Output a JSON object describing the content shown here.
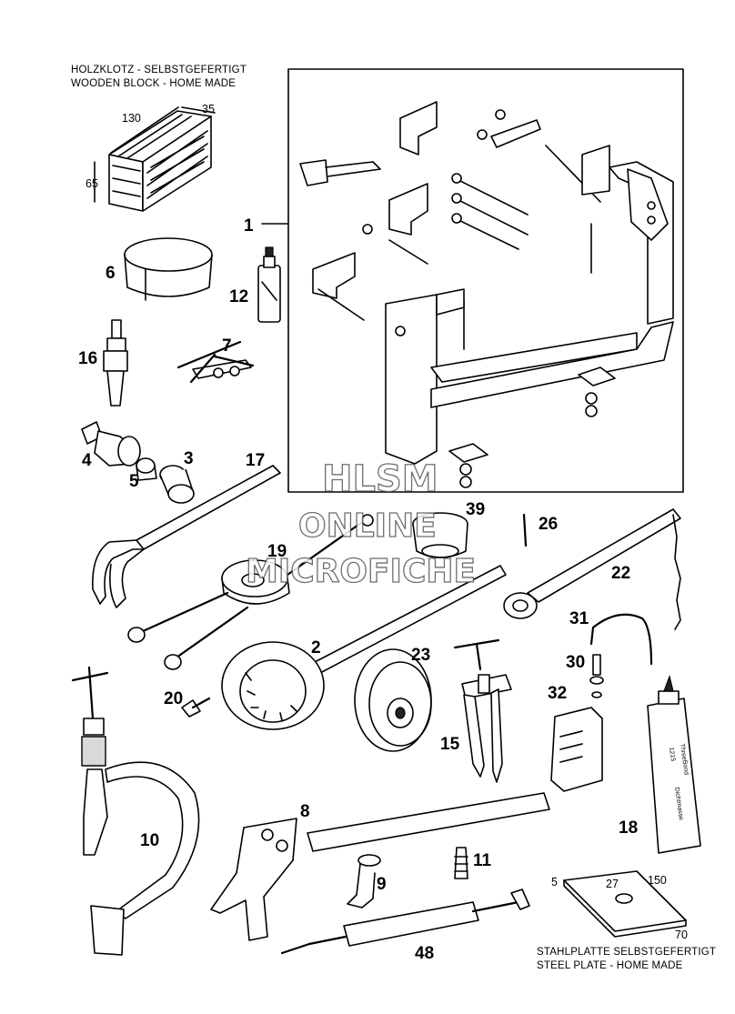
{
  "labels": {
    "wood_de": "HOLZKLOTZ - SELBSTGEFERTIGT",
    "wood_en": "WOODEN BLOCK - HOME MADE",
    "steel_de": "STAHLPLATTE  SELBSTGEFERTIGT",
    "steel_en": "STEEL PLATE - HOME MADE"
  },
  "dimensions": {
    "wood_length": "130",
    "wood_width": "35",
    "wood_height": "65",
    "plate_thickness": "5",
    "plate_hole": "27",
    "plate_length": "150",
    "plate_width": "70"
  },
  "tube_text": {
    "brand": "ThreeBond",
    "code": "1215",
    "desc": "Dichtmasse"
  },
  "watermark": {
    "line1": "HLSM",
    "line2": "ONLINE",
    "line3": "MICROFICHE"
  },
  "parts": [
    {
      "id": "p1",
      "number": "1"
    },
    {
      "id": "p2",
      "number": "2"
    },
    {
      "id": "p3",
      "number": "3"
    },
    {
      "id": "p4",
      "number": "4"
    },
    {
      "id": "p5",
      "number": "5"
    },
    {
      "id": "p6",
      "number": "6"
    },
    {
      "id": "p7",
      "number": "7"
    },
    {
      "id": "p8",
      "number": "8"
    },
    {
      "id": "p9",
      "number": "9"
    },
    {
      "id": "p10",
      "number": "10"
    },
    {
      "id": "p11",
      "number": "11"
    },
    {
      "id": "p12",
      "number": "12"
    },
    {
      "id": "p15",
      "number": "15"
    },
    {
      "id": "p16",
      "number": "16"
    },
    {
      "id": "p17",
      "number": "17"
    },
    {
      "id": "p18",
      "number": "18"
    },
    {
      "id": "p19",
      "number": "19"
    },
    {
      "id": "p20",
      "number": "20"
    },
    {
      "id": "p22",
      "number": "22"
    },
    {
      "id": "p23",
      "number": "23"
    },
    {
      "id": "p26",
      "number": "26"
    },
    {
      "id": "p30",
      "number": "30"
    },
    {
      "id": "p31",
      "number": "31"
    },
    {
      "id": "p32",
      "number": "32"
    },
    {
      "id": "p39",
      "number": "39"
    },
    {
      "id": "p48",
      "number": "48"
    }
  ]
}
